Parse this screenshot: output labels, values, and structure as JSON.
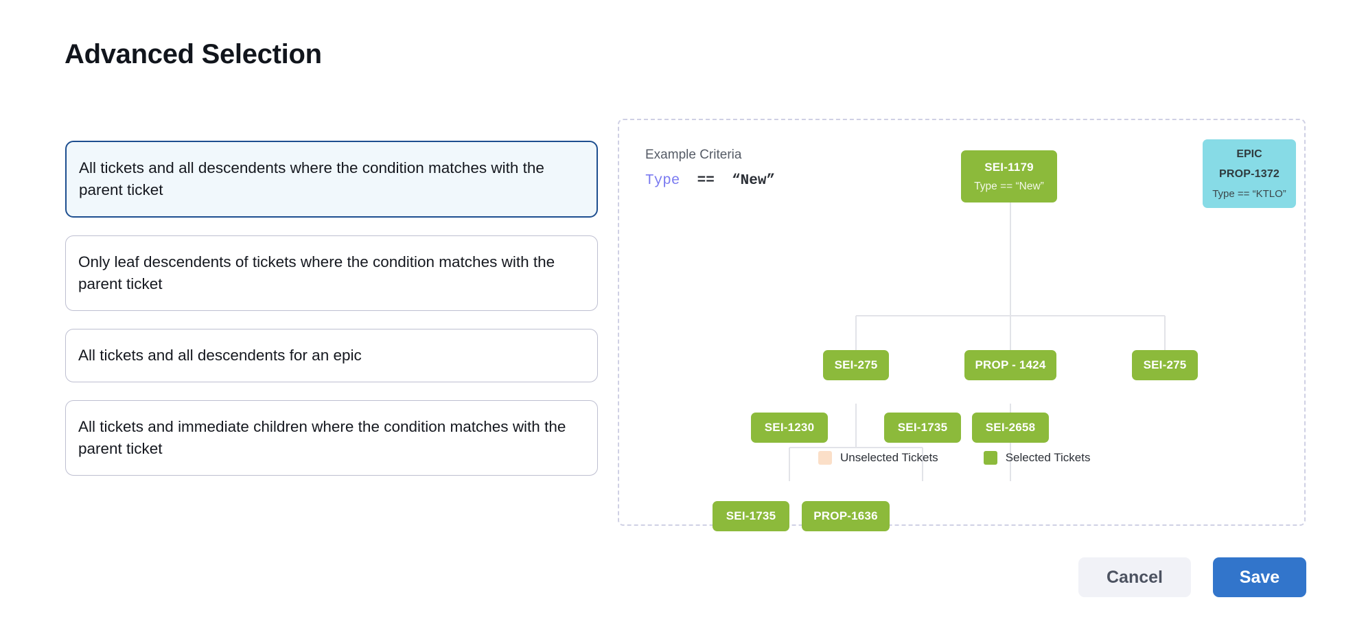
{
  "page": {
    "title": "Advanced Selection"
  },
  "options": [
    {
      "label": "All tickets and all descendents where the condition matches with the parent ticket",
      "selected": true
    },
    {
      "label": "Only leaf descendents of tickets where the condition matches with the parent ticket",
      "selected": false
    },
    {
      "label": "All tickets and all descendents for an epic",
      "selected": false
    },
    {
      "label": "All tickets and immediate children where the condition matches with the parent ticket",
      "selected": false
    }
  ],
  "diagram": {
    "criteria_title": "Example Criteria",
    "criteria": {
      "field": "Type",
      "operator": "==",
      "value": "“New”"
    },
    "nodes": {
      "root": {
        "id": "SEI-1179",
        "subtitle": "Type == “New”",
        "state": "selected"
      },
      "epic": {
        "kind": "EPIC",
        "id": "PROP-1372",
        "subtitle": "Type == “KTLO”",
        "state": "epic"
      },
      "c1": {
        "id": "SEI-275",
        "state": "selected"
      },
      "c2": {
        "id": "PROP - 1424",
        "state": "selected"
      },
      "c3": {
        "id": "SEI-275",
        "state": "selected"
      },
      "g1": {
        "id": "SEI-1230",
        "state": "selected"
      },
      "g2": {
        "id": "SEI-1735",
        "state": "selected"
      },
      "g3": {
        "id": "SEI-2658",
        "state": "selected"
      },
      "gg1": {
        "id": "SEI-1735",
        "state": "selected"
      },
      "gg2": {
        "id": "PROP-1636",
        "state": "selected"
      }
    },
    "legend": [
      {
        "label": "Unselected Tickets",
        "color": "#fbdfc8"
      },
      {
        "label": "Selected Tickets",
        "color": "#8cba3b"
      }
    ]
  },
  "footer": {
    "cancel_label": "Cancel",
    "save_label": "Save"
  },
  "colors": {
    "selected_node": "#8cba3b",
    "epic_node": "#87dbe6",
    "unselected_node": "#fbdfc8",
    "primary_button": "#3275cb",
    "selected_card_border": "#1d4e8f",
    "selected_card_bg": "#f1f8fc"
  }
}
